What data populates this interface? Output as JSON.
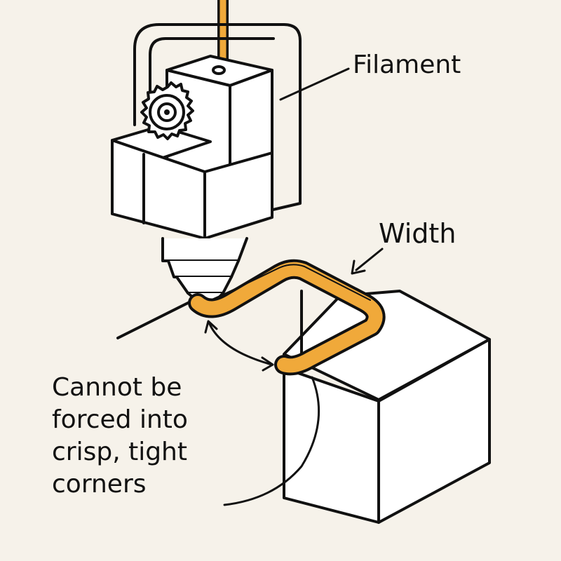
{
  "labels": {
    "filament": "Filament",
    "width": "Width",
    "caption_lines": [
      "Cannot be",
      "forced into",
      "crisp, tight",
      "corners"
    ]
  },
  "colors": {
    "background": "#f6f2ea",
    "filament": "#f0a93a",
    "stroke": "#111111",
    "fill": "#ffffff"
  },
  "icons": {
    "gear": "drive-gear-icon",
    "nozzle": "nozzle-icon"
  }
}
